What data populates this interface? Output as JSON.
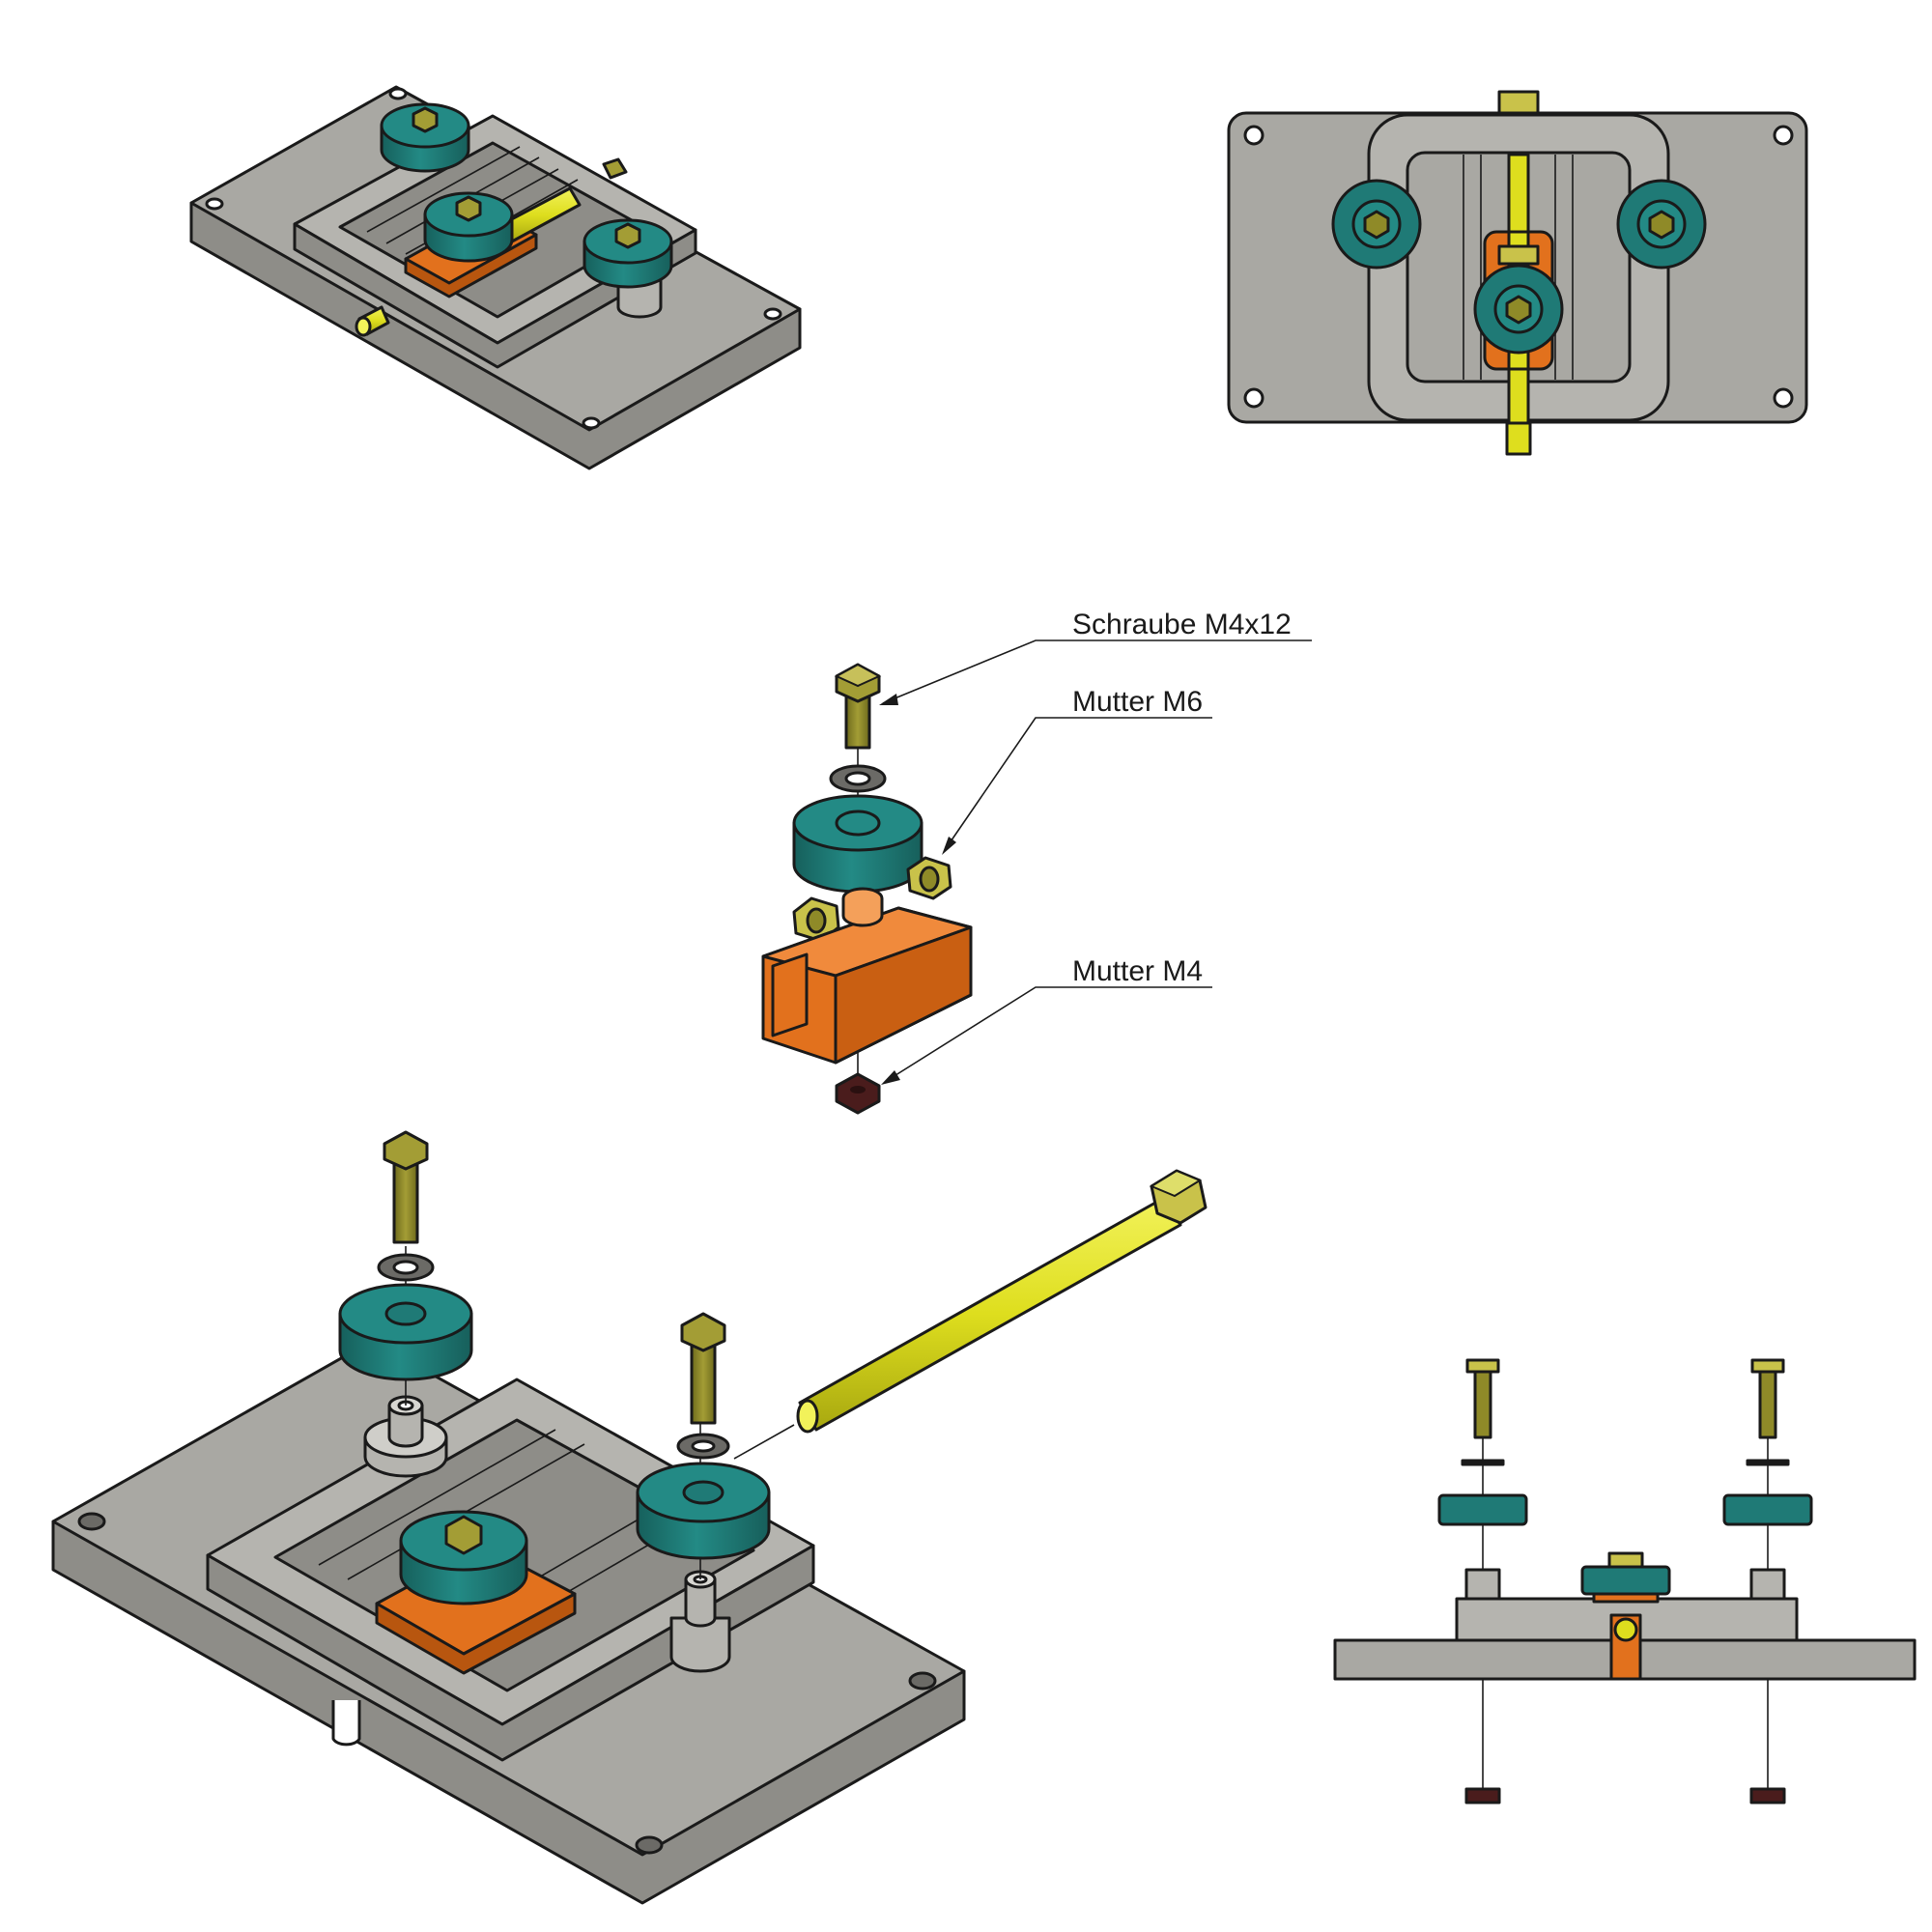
{
  "callouts": [
    {
      "text": "Schraube M4x12"
    },
    {
      "text": "Mutter M6"
    },
    {
      "text": "Mutter M4"
    }
  ],
  "colors": {
    "base_gray": "#a9a8a3",
    "base_gray_dark": "#8e8d88",
    "frame_gray": "#b5b4af",
    "rubber_teal": "#1f7a76",
    "rubber_teal_dark": "#16605c",
    "slider_orange": "#e2711d",
    "rod_yellow": "#dede1e",
    "bolt_olive": "#8f8a28",
    "nut_m6_yellow": "#c9c24a",
    "nut_m4_darkred": "#4a1c1c",
    "outline": "#1a1a1a"
  },
  "icons": {
    "view_iso_assembled": "iso-assembly-illustration",
    "view_top": "top-view-illustration",
    "view_exploded_detail": "exploded-detail-illustration",
    "view_exploded_iso": "exploded-iso-illustration",
    "view_front_exploded": "front-exploded-illustration"
  }
}
